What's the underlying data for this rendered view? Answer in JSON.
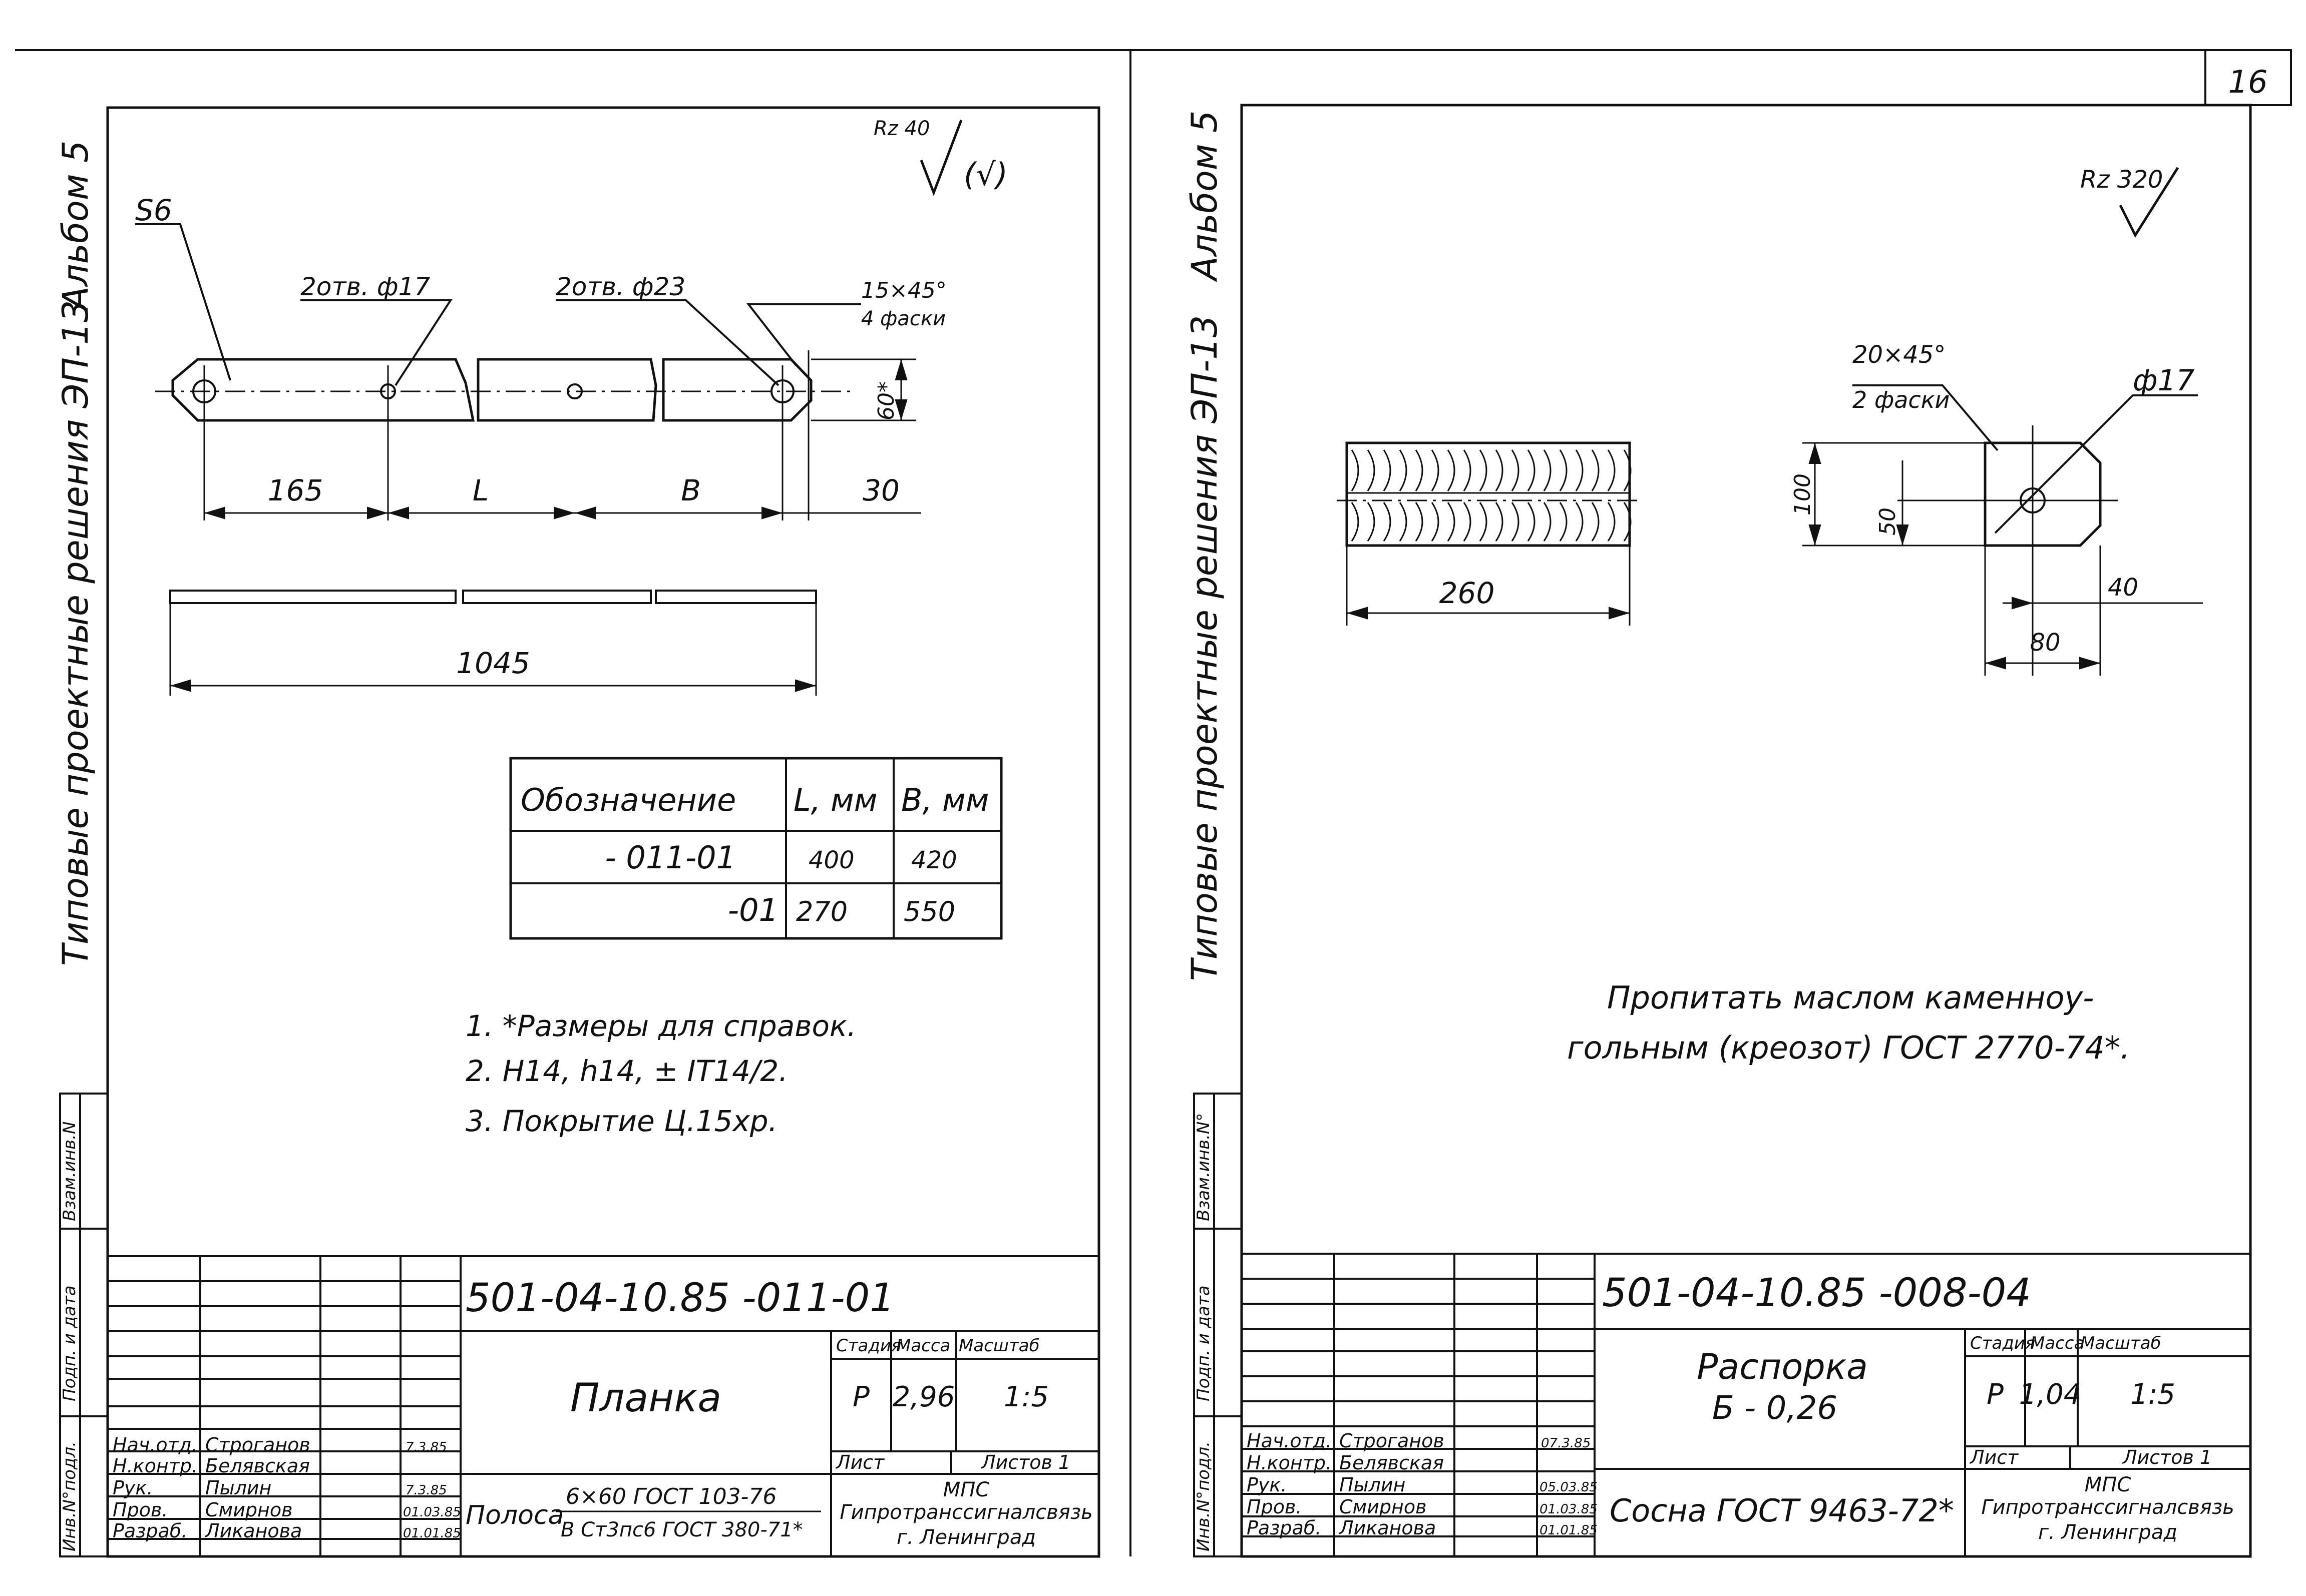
{
  "page_number": "16",
  "binding_margin": {
    "left": {
      "album": "Альбом 5",
      "series": "Типовые проектные решения ЭП-13"
    },
    "right": {
      "album": "Альбом 5",
      "series": "Типовые проектные решения ЭП-13"
    }
  },
  "side_columns": [
    "Взам.инв.N",
    "Подп. и дата",
    "Инв.N°подл."
  ],
  "side_columns_right": [
    "Взам.инв.N°",
    "Подп. и дата",
    "Инв.N°подл."
  ],
  "left_sheet": {
    "roughness": {
      "value": "Rz 40",
      "suffix": "(√)"
    },
    "view": {
      "part_label": "S6",
      "holes_a": "2отв. ф17",
      "holes_b": "2отв. ф23",
      "chamfer": "15×45°",
      "chamfer_count": "4 фаски",
      "dims": {
        "d1": "165",
        "d2": "L",
        "d3": "B",
        "d4": "30",
        "height": "60*",
        "total": "1045"
      }
    },
    "table": {
      "headers": [
        "Обозначение",
        "L, мм",
        "B, мм"
      ],
      "rows": [
        [
          "- 011-01",
          "400",
          "420"
        ],
        [
          "-01",
          "270",
          "550"
        ]
      ]
    },
    "notes": [
      "1. *Размеры для справок.",
      "2. H14, h14, ± IT14/2.",
      "3. Покрытие Ц.15хр."
    ],
    "title_block": {
      "doc_number": "501-04-10.85 -011-01",
      "name": "Планка",
      "material_label": "Полоса",
      "material_top": "6×60 ГОСТ 103-76",
      "material_bottom": "В Ст3пс6 ГОСТ 380-71*",
      "headers": {
        "stage": "Стадия",
        "mass": "Масса",
        "scale": "Масштаб",
        "sheet": "Лист",
        "sheets": "Листов 1"
      },
      "values": {
        "stage": "Р",
        "mass": "2,96",
        "scale": "1:5"
      },
      "org": {
        "line1": "МПС",
        "line2": "Гипротранссигналсвязь",
        "line3": "г. Ленинград"
      },
      "staff": [
        {
          "role": "Нач.отд.",
          "name": "Строганов",
          "date": "7.3.85"
        },
        {
          "role": "Н.контр.",
          "name": "Белявская",
          "date": ""
        },
        {
          "role": "Рук.",
          "name": "Пылин",
          "date": "7.3.85"
        },
        {
          "role": "Пров.",
          "name": "Смирнов",
          "date": "01.03.85"
        },
        {
          "role": "Разраб.",
          "name": "Ликанова",
          "date": "01.01.85"
        }
      ]
    }
  },
  "right_sheet": {
    "roughness": {
      "value": "Rz 320"
    },
    "view": {
      "chamfer": "20×45°",
      "chamfer_count": "2 фаски",
      "hole": "ф17",
      "dims": {
        "length": "260",
        "height": "100",
        "half": "50",
        "width": "80",
        "offset": "40"
      }
    },
    "note": [
      "Пропитать маслом каменноу-",
      "гольным (креозот) ГОСТ 2770-74*."
    ],
    "title_block": {
      "doc_number": "501-04-10.85 -008-04",
      "name_line1": "Распорка",
      "name_line2": "Б - 0,26",
      "material": "Сосна ГОСТ 9463-72*",
      "headers": {
        "stage": "Стадия",
        "mass": "Масса",
        "scale": "Масштаб",
        "sheet": "Лист",
        "sheets": "Листов 1"
      },
      "values": {
        "stage": "Р",
        "mass": "1,04",
        "scale": "1:5"
      },
      "org": {
        "line1": "МПС",
        "line2": "Гипротранссигналсвязь",
        "line3": "г. Ленинград"
      },
      "staff": [
        {
          "role": "Нач.отд.",
          "name": "Строганов",
          "date": "07.3.85"
        },
        {
          "role": "Н.контр.",
          "name": "Белявская",
          "date": ""
        },
        {
          "role": "Рук.",
          "name": "Пылин",
          "date": "05.03.85"
        },
        {
          "role": "Пров.",
          "name": "Смирнов",
          "date": "01.03.85"
        },
        {
          "role": "Разраб.",
          "name": "Ликанова",
          "date": "01.01.85"
        }
      ]
    }
  }
}
